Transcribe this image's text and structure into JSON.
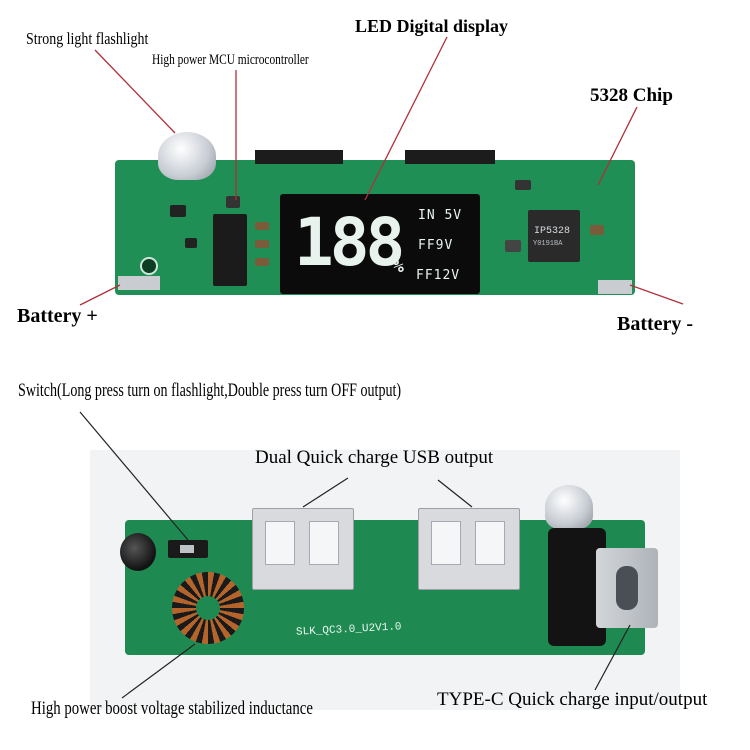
{
  "top_board": {
    "lcd": {
      "digits": "188",
      "percent": "%",
      "line1": "IN 5V",
      "line2": "FF9V",
      "line3": "FF12V"
    },
    "chip_marking": "IP5328",
    "chip_code": "Y0191BA"
  },
  "bottom_board": {
    "board_marking": "SLK_QC3.0_U2V1.0"
  },
  "labels": {
    "flashlight": "Strong light flashlight",
    "mcu": "High power MCU microcontroller",
    "lcd": "LED Digital display",
    "chip": "5328 Chip",
    "battery_plus": "Battery +",
    "battery_minus": "Battery -",
    "switch": "Switch(Long press turn on  flashlight,Double press turn OFF output)",
    "usb_output": "Dual Quick charge USB output",
    "inductor": "High power boost voltage stabilized inductance",
    "typec": "TYPE-C Quick charge input/output"
  },
  "colors": {
    "pcb": "#1f8f55",
    "leader": "#b0303a"
  }
}
